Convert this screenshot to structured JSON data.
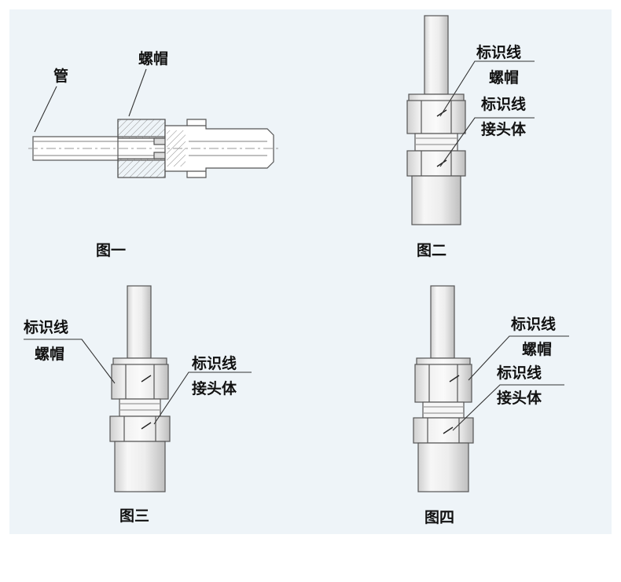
{
  "colors": {
    "background": "#eef4f8",
    "outline": "#555555",
    "metal_fill": "#f1f1f1",
    "metal_shade": "#c9c9c9",
    "hatch": "#888888",
    "text": "#111111"
  },
  "fig1": {
    "caption": "图一",
    "labels": {
      "tube": "管",
      "nut": "螺帽"
    }
  },
  "fig2": {
    "caption": "图二",
    "labels": {
      "nut_mark": "标识线",
      "nut": "螺帽",
      "body_mark": "标识线",
      "body": "接头体"
    }
  },
  "fig3": {
    "caption": "图三",
    "labels": {
      "nut_mark": "标识线",
      "nut": "螺帽",
      "body_mark": "标识线",
      "body": "接头体"
    }
  },
  "fig4": {
    "caption": "图四",
    "labels": {
      "nut_mark": "标识线",
      "nut": "螺帽",
      "body_mark": "标识线",
      "body": "接头体"
    }
  }
}
